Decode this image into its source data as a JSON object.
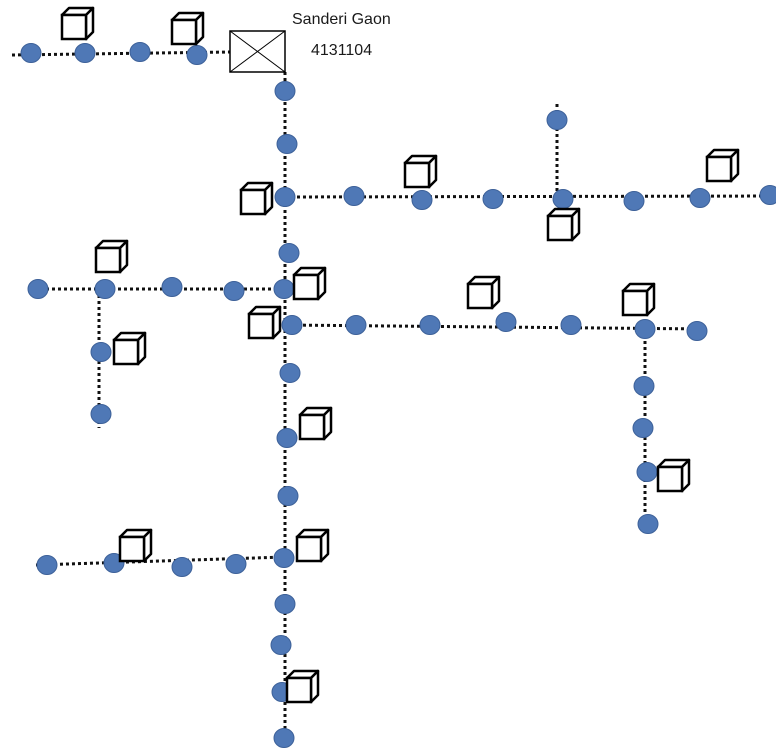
{
  "substation": {
    "name": "Sanderi Gaon",
    "code": "4131104"
  },
  "colors": {
    "pole_fill": "#4f78b6",
    "pole_stroke": "#3d6199",
    "line": "#111111",
    "transformer_stroke": "#000000",
    "transformer_fill": "#ffffff"
  },
  "legend_symbols": {
    "pole": "circle",
    "transformer": "cube-icon",
    "substation": "crossed-box-icon",
    "line": "dotted-line"
  }
}
